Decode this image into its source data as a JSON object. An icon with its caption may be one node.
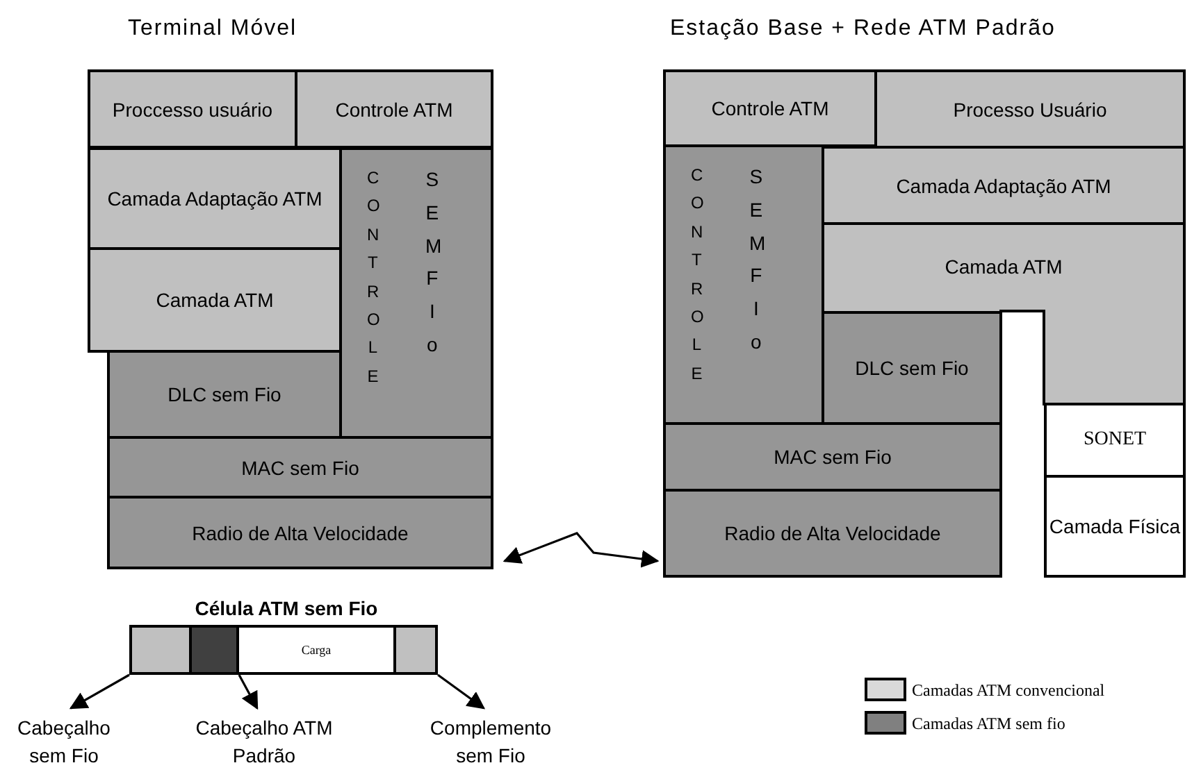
{
  "diagram": {
    "nodes": [
      {
        "text": [
          "Proccesso usuário"
        ]
      },
      {
        "text": [
          "Controle ATM"
        ]
      },
      {
        "text": [
          "Camada Adaptação ATM"
        ]
      },
      {
        "text": [
          "Camada ATM"
        ]
      },
      {
        "text": [
          "CONTROLE",
          "SEM FIo"
        ]
      },
      {
        "text": [
          "DLC sem Fio"
        ]
      },
      {
        "text": [
          "MAC sem Fio"
        ]
      },
      {
        "text": [
          "Radio de Alta Velocidade"
        ]
      },
      {
        "text": [
          "Controle ATM"
        ]
      },
      {
        "text": [
          "Processo Usuário"
        ]
      },
      {
        "text": [
          "CONTROLE",
          "SEM FIo"
        ]
      },
      {
        "text": [
          "Camada Adaptação ATM"
        ]
      },
      {
        "text": [
          "Camada ATM"
        ]
      },
      {
        "text": [
          "DLC sem Fio"
        ]
      },
      {
        "text": [
          "MAC sem Fio"
        ]
      },
      {
        "text": [
          "Radio de Alta Velocidade"
        ]
      },
      {
        "text": [
          "SONET"
        ]
      },
      {
        "text": [
          "Camada Física"
        ]
      },
      {
        "text": [
          "Célula ATM sem Fio"
        ]
      },
      {
        "text": [],
        "shape": "box",
        "in": 18
      },
      {
        "text": [],
        "shape": "box",
        "in": 18
      },
      {
        "text": [
          "Carga"
        ],
        "in": 18
      },
      {
        "text": [],
        "shape": "box",
        "in": 18
      },
      {
        "text": [
          "Cabeçalho sem Fio"
        ]
      },
      {
        "text": [
          "Cabeçalho ATM Padrão"
        ]
      },
      {
        "text": [
          "Complemento sem Fio"
        ]
      }
    ],
    "edges": [
      {
        "from": 7,
        "to": 15,
        "arrow": "both"
      },
      {
        "from": 19,
        "to": 23,
        "arrow": "to"
      },
      {
        "from": 20,
        "to": 24,
        "arrow": "to"
      },
      {
        "from": 22,
        "to": 25,
        "arrow": "to"
      }
    ],
    "labels": [
      "Terminal Móvel",
      "Estação Base + Rede ATM Padrão"
    ],
    "legend": [
      {
        "text": "Camadas ATM convencional",
        "color": "#d9d9d9"
      },
      {
        "text": "Camadas ATM sem fio",
        "color": "#808080"
      }
    ]
  }
}
